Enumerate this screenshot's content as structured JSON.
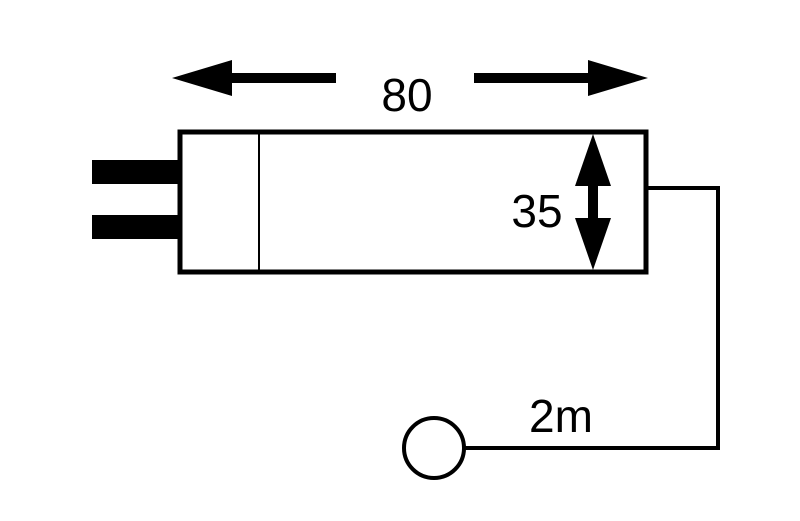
{
  "diagram": {
    "length_label": "80",
    "diameter_label": "35",
    "cable_label": "2m"
  },
  "colors": {
    "line": "#000000",
    "background": "#ffffff"
  }
}
